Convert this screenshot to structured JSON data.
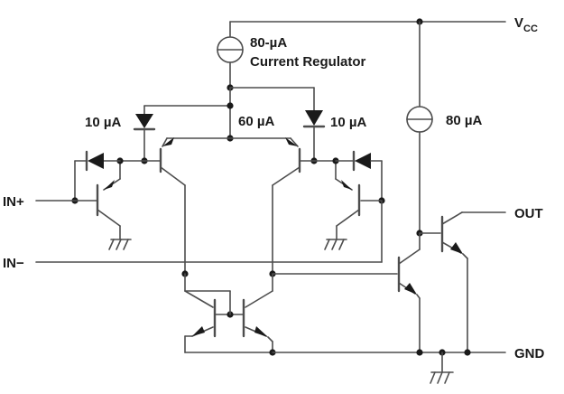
{
  "labels": {
    "vcc_main": "V",
    "vcc_sub": "CC",
    "source_top_value": "80-µA",
    "source_top_caption": "Current Regulator",
    "tail_current": "60 µA",
    "left_diode_current": "10 µA",
    "right_diode_current": "10 µA",
    "source_right_value": "80 µA",
    "in_plus": "IN+",
    "in_minus": "IN−",
    "out": "OUT",
    "gnd": "GND"
  },
  "colors": {
    "wire": "#4d4d4d",
    "ink": "#1a1a1a",
    "background": "#ffffff"
  }
}
